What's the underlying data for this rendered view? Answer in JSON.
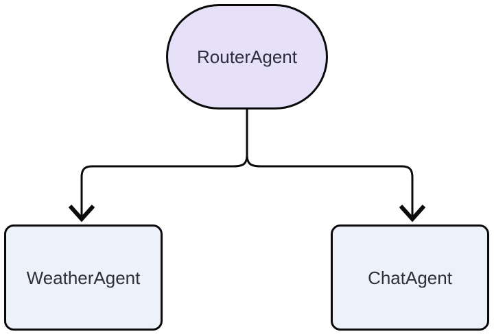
{
  "diagram": {
    "type": "flowchart",
    "direction": "top-down",
    "nodes": [
      {
        "id": "RouterAgent",
        "label": "RouterAgent",
        "shape": "stadium",
        "fill": "#e6e0f8",
        "border": "#0a0a0a",
        "text_color": "#2e2e3c"
      },
      {
        "id": "WeatherAgent",
        "label": "WeatherAgent",
        "shape": "rounded-rectangle",
        "fill": "#edf2fa",
        "border": "#0a0a0a",
        "text_color": "#2e2e3c"
      },
      {
        "id": "ChatAgent",
        "label": "ChatAgent",
        "shape": "rounded-rectangle",
        "fill": "#edf2fa",
        "border": "#0a0a0a",
        "text_color": "#2e2e3c"
      }
    ],
    "edges": [
      {
        "from": "RouterAgent",
        "to": "WeatherAgent",
        "style": "solid",
        "arrowhead": "vee-down"
      },
      {
        "from": "RouterAgent",
        "to": "ChatAgent",
        "style": "solid",
        "arrowhead": "vee-down"
      }
    ],
    "colors": {
      "background": "#ffffff",
      "edge_stroke": "#0a0a0a"
    }
  }
}
